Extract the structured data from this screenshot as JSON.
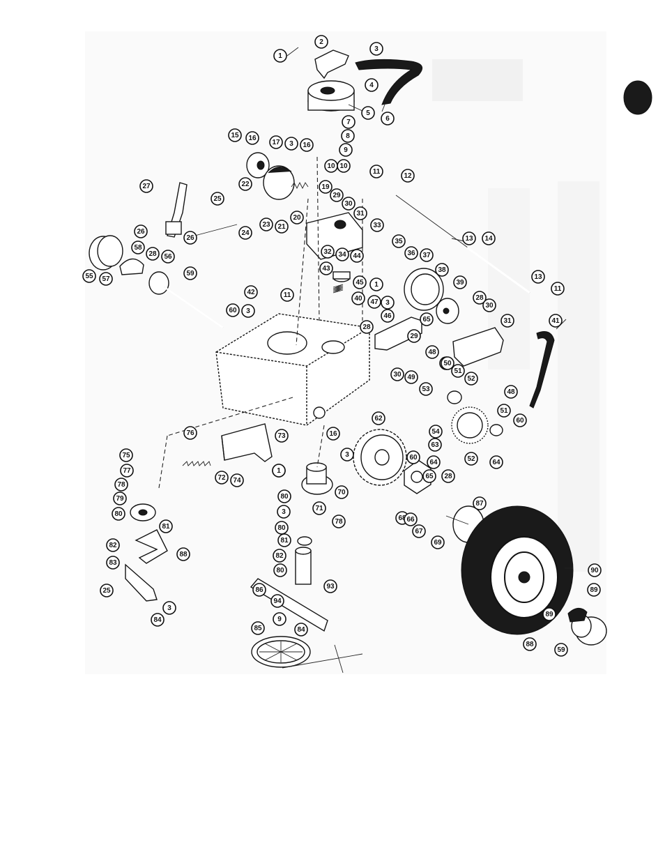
{
  "diagram": {
    "callouts": [
      {
        "n": "1"
      },
      {
        "n": "2"
      },
      {
        "n": "3"
      },
      {
        "n": "4"
      },
      {
        "n": "5"
      },
      {
        "n": "6"
      },
      {
        "n": "7"
      },
      {
        "n": "8"
      },
      {
        "n": "9"
      },
      {
        "n": "10"
      },
      {
        "n": "15"
      },
      {
        "n": "16"
      },
      {
        "n": "17"
      },
      {
        "n": "3"
      },
      {
        "n": "16"
      },
      {
        "n": "10"
      },
      {
        "n": "11"
      },
      {
        "n": "12"
      },
      {
        "n": "27"
      },
      {
        "n": "25"
      },
      {
        "n": "22"
      },
      {
        "n": "19"
      },
      {
        "n": "29"
      },
      {
        "n": "30"
      },
      {
        "n": "26"
      },
      {
        "n": "23"
      },
      {
        "n": "21"
      },
      {
        "n": "20"
      },
      {
        "n": "31"
      },
      {
        "n": "24"
      },
      {
        "n": "33"
      },
      {
        "n": "13"
      },
      {
        "n": "14"
      },
      {
        "n": "28"
      },
      {
        "n": "26"
      },
      {
        "n": "35"
      },
      {
        "n": "36"
      },
      {
        "n": "37"
      },
      {
        "n": "55"
      },
      {
        "n": "57"
      },
      {
        "n": "58"
      },
      {
        "n": "56"
      },
      {
        "n": "59"
      },
      {
        "n": "32"
      },
      {
        "n": "34"
      },
      {
        "n": "44"
      },
      {
        "n": "43"
      },
      {
        "n": "13"
      },
      {
        "n": "11"
      },
      {
        "n": "38"
      },
      {
        "n": "45"
      },
      {
        "n": "1"
      },
      {
        "n": "39"
      },
      {
        "n": "42"
      },
      {
        "n": "11"
      },
      {
        "n": "40"
      },
      {
        "n": "47"
      },
      {
        "n": "3"
      },
      {
        "n": "60"
      },
      {
        "n": "3"
      },
      {
        "n": "46"
      },
      {
        "n": "29"
      },
      {
        "n": "28"
      },
      {
        "n": "30"
      },
      {
        "n": "65"
      },
      {
        "n": "31"
      },
      {
        "n": "41"
      },
      {
        "n": "28"
      },
      {
        "n": "48"
      },
      {
        "n": "49"
      },
      {
        "n": "50"
      },
      {
        "n": "51"
      },
      {
        "n": "52"
      },
      {
        "n": "30"
      },
      {
        "n": "49"
      },
      {
        "n": "48"
      },
      {
        "n": "53"
      },
      {
        "n": "51"
      },
      {
        "n": "60"
      },
      {
        "n": "54"
      },
      {
        "n": "52"
      },
      {
        "n": "64"
      },
      {
        "n": "1"
      },
      {
        "n": "73"
      },
      {
        "n": "62"
      },
      {
        "n": "76"
      },
      {
        "n": "16"
      },
      {
        "n": "3"
      },
      {
        "n": "63"
      },
      {
        "n": "75"
      },
      {
        "n": "72"
      },
      {
        "n": "74"
      },
      {
        "n": "1"
      },
      {
        "n": "70"
      },
      {
        "n": "60"
      },
      {
        "n": "64"
      },
      {
        "n": "65"
      },
      {
        "n": "28"
      },
      {
        "n": "77"
      },
      {
        "n": "78"
      },
      {
        "n": "79"
      },
      {
        "n": "71"
      },
      {
        "n": "80"
      },
      {
        "n": "3"
      },
      {
        "n": "78"
      },
      {
        "n": "80"
      },
      {
        "n": "81"
      },
      {
        "n": "68"
      },
      {
        "n": "67"
      },
      {
        "n": "87"
      },
      {
        "n": "80"
      },
      {
        "n": "81"
      },
      {
        "n": "82"
      },
      {
        "n": "88"
      },
      {
        "n": "83"
      },
      {
        "n": "82"
      },
      {
        "n": "80"
      },
      {
        "n": "25"
      },
      {
        "n": "90"
      },
      {
        "n": "93"
      },
      {
        "n": "94"
      },
      {
        "n": "3"
      },
      {
        "n": "86"
      },
      {
        "n": "9"
      },
      {
        "n": "89"
      },
      {
        "n": "84"
      },
      {
        "n": "85"
      },
      {
        "n": "84"
      },
      {
        "n": "66"
      },
      {
        "n": "59"
      },
      {
        "n": "69"
      },
      {
        "n": "89"
      },
      {
        "n": "88"
      }
    ]
  }
}
